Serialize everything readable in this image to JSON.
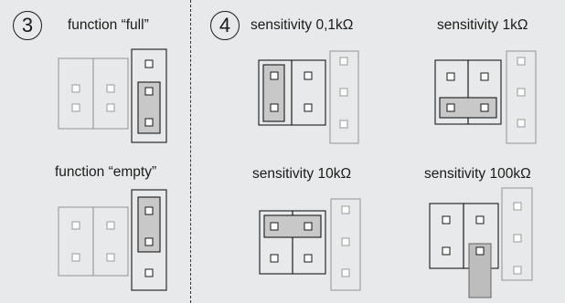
{
  "step3": {
    "number": "3",
    "function_full": "function “full”",
    "function_empty": "function “empty”"
  },
  "step4": {
    "number": "4",
    "sensitivity_01k": "sensitivity 0,1kΩ",
    "sensitivity_1k": "sensitivity 1kΩ",
    "sensitivity_10k": "sensitivity 10kΩ",
    "sensitivity_100k": "sensitivity 100kΩ"
  },
  "colors": {
    "background": "#e8e9ea",
    "active_outline": "#1a1a1a",
    "inactive_outline": "#9a9a9a",
    "jumper_fill": "#c8c8c8"
  }
}
